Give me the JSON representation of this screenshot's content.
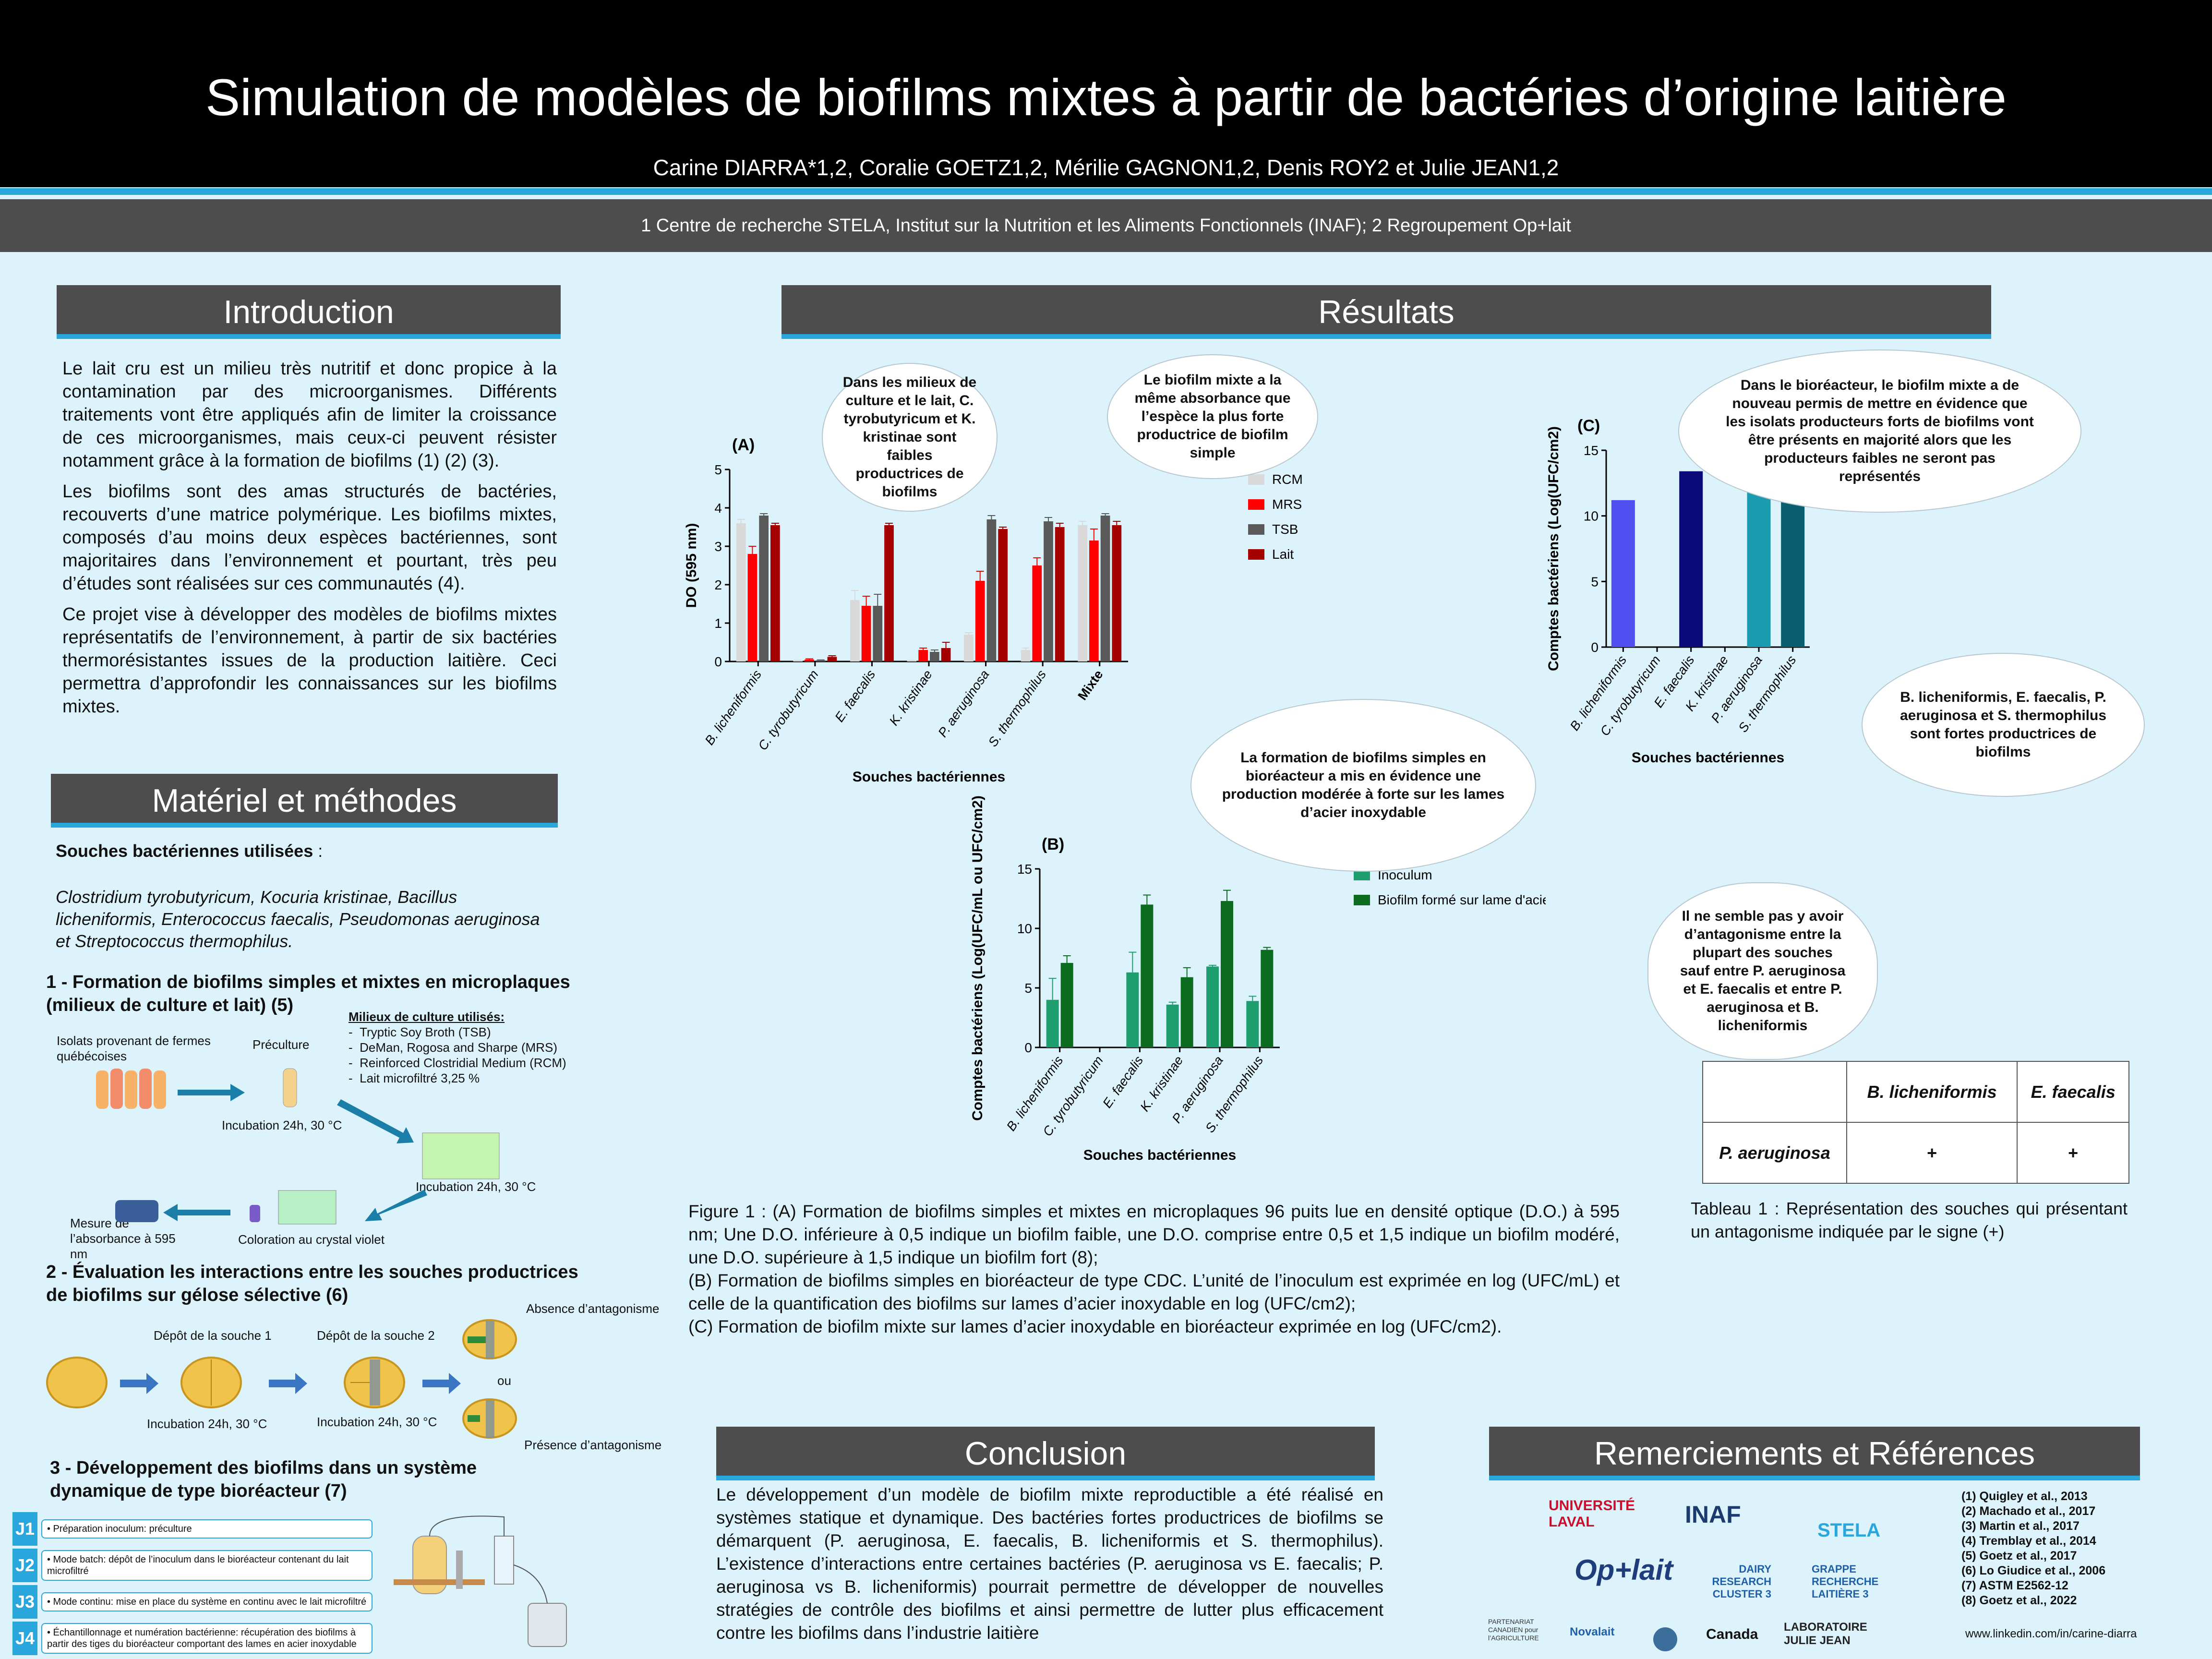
{
  "header": {
    "title": "Simulation de modèles de biofilms mixtes à partir de bactéries d’origine laitière",
    "authors": "Carine DIARRA*1,2, Coralie GOETZ1,2, Mérilie GAGNON1,2, Denis ROY2 et Julie JEAN1,2",
    "affiliations": "1 Centre de recherche STELA, Institut sur la Nutrition et les Aliments Fonctionnels (INAF); 2 Regroupement Op+lait"
  },
  "intro": {
    "heading": "Introduction",
    "p1": "Le lait cru est un milieu très nutritif et donc propice à la contamination par des microorganismes. Différents traitements vont être appliqués afin de limiter la croissance de ces microorganismes, mais ceux-ci peuvent résister notamment grâce à la formation de biofilms (1) (2) (3).",
    "p2": "Les biofilms sont des amas structurés de bactéries, recouverts d’une matrice polymérique. Les biofilms mixtes, composés d’au moins deux espèces bactériennes, sont majoritaires dans l’environnement et pourtant, très peu d’études sont réalisées sur ces communautés (4).",
    "p3": "Ce projet vise à développer des modèles de biofilms mixtes représentatifs de l’environnement, à partir de six bactéries thermorésistantes issues de la production laitière. Ceci permettra d’approfondir les connaissances sur les biofilms mixtes."
  },
  "methods": {
    "heading": "Matériel et méthodes",
    "strains_title": "Souches bactériennes utilisées",
    "strains_colon": " :",
    "strains": "Clostridium tyrobutyricum, Kocuria kristinae, Bacillus licheniformis, Enterococcus faecalis, Pseudomonas aeruginosa et Streptococcus thermophilus.",
    "s1_title": "1 - Formation de biofilms simples et mixtes en microplaques (milieux de culture et lait)  (5)",
    "media_title": "Milieux de culture utilisés:",
    "media": [
      "Tryptic Soy Broth (TSB)",
      "DeMan, Rogosa and Sharpe (MRS)",
      "Reinforced Clostridial Medium (RCM)",
      "Lait microfiltré 3,25 %"
    ],
    "s1_labels": {
      "isolates": "Isolats provenant de fermes québécoises",
      "preculture": "Préculture",
      "incub1": "Incubation 24h, 30 °C",
      "incub2": "Incubation 24h, 30 °C",
      "measure": "Mesure de l’absorbance à 595 nm",
      "stain": "Coloration au crystal violet"
    },
    "s2_title": "2 - Évaluation les interactions entre les souches productrices de biofilms sur gélose sélective (6)",
    "s2_labels": {
      "dep1": "Dépôt de la souche 1",
      "dep2": "Dépôt de la souche 2",
      "incub1": "Incubation 24h, 30 °C",
      "incub2": "Incubation 24h, 30 °C",
      "absence": "Absence d’antagonisme",
      "ou": "ou",
      "presence": "Présence d’antagonisme"
    },
    "s3_title": "3 - Développement des biofilms dans un système dynamique de type bioréacteur (7)",
    "s3_steps": [
      {
        "n": "J1",
        "t": "• Préparation inoculum:  préculture"
      },
      {
        "n": "J2",
        "t": "• Mode batch: dépôt de l’inoculum  dans le bioréacteur contenant du lait microfiltré"
      },
      {
        "n": "J3",
        "t": "• Mode continu:  mise en place du système en continu avec le lait microfiltré"
      },
      {
        "n": "J4",
        "t": "• Échantillonnage  et numération bactérienne: récupération des biofilms à partir des tiges du bioréacteur comportant des lames en acier inoxydable"
      }
    ]
  },
  "results": {
    "heading": "Résultats",
    "bubble1": "Dans les milieux de culture et le lait, C. tyrobutyricum et K. kristinae sont faibles productrices de biofilms",
    "bubble2": "Le biofilm mixte a la même absorbance que l’espèce la plus forte productrice de biofilm simple",
    "bubble3": "La formation de biofilms simples en bioréacteur a mis en évidence une production modérée à forte sur les lames d’acier inoxydable",
    "bubble4": "Dans le bioréacteur, le biofilm mixte a de nouveau permis de mettre en évidence que les isolats producteurs forts de biofilms vont être présents en majorité alors que les producteurs faibles ne seront pas représentés",
    "bubble5": "B. licheniformis, E. faecalis, P. aeruginosa et S. thermophilus sont fortes productrices de biofilms",
    "bubble6": "Il ne semble pas y avoir d’antagonisme entre la plupart des souches sauf entre P. aeruginosa et E. faecalis et entre P. aeruginosa et B. licheniformis",
    "table": {
      "col1": "B. licheniformis",
      "col2": "E. faecalis",
      "row": "P. aeruginosa",
      "v1": "+",
      "v2": "+"
    },
    "table_caption": "Tableau 1 : Représentation des souches qui présentant un antagonisme indiquée par le signe (+)",
    "figure_caption_1": "Figure 1 : (A) Formation de biofilms simples et mixtes en microplaques 96 puits lue en densité optique (D.O.) à 595 nm; Une D.O. inférieure à 0,5 indique un biofilm faible, une D.O. comprise entre 0,5 et 1,5 indique un biofilm modéré, une D.O. supérieure à 1,5 indique un biofilm fort (8);",
    "figure_caption_2": "(B) Formation de biofilms simples en bioréacteur de type CDC. L’unité de l’inoculum est exprimée en log (UFC/mL) et celle de la quantification des biofilms sur lames d’acier inoxydable en log (UFC/cm2);",
    "figure_caption_3": "(C) Formation de biofilm mixte sur lames d’acier inoxydable  en bioréacteur exprimée en log (UFC/cm2)."
  },
  "conclusion": {
    "heading": "Conclusion",
    "text": "Le développement d’un modèle de biofilm mixte reproductible a été réalisé en systèmes statique et dynamique. Des bactéries fortes productrices de biofilms se démarquent (P. aeruginosa, E. faecalis, B. licheniformis et S. thermophilus). L’existence d’interactions entre certaines bactéries (P. aeruginosa vs E. faecalis; P. aeruginosa vs B. licheniformis) pourrait permettre de développer de nouvelles stratégies de contrôle des biofilms et ainsi permettre de lutter plus efficacement contre les biofilms dans l’industrie laitière"
  },
  "refs": {
    "heading": "Remerciements et Références",
    "list": [
      "(1) Quigley et al., 2013",
      "(2) Machado et al., 2017",
      "(3) Martin et al., 2017",
      "(4) Tremblay et al., 2014",
      "(5) Goetz et al., 2017",
      "(6) Lo Giudice et al., 2006",
      "(7) ASTM E2562-12",
      "(8) Goetz et al., 2022"
    ],
    "linkedin": "www.linkedin.com/in/carine-diarra",
    "logos": {
      "laval": "UNIVERSITÉ LAVAL",
      "inaf": "INAF",
      "stela": "STELA",
      "oplait": "Op+lait",
      "dairy": "DAIRY RESEARCH CLUSTER 3",
      "grappe": "GRAPPE RECHERCHE LAITIÈRE 3",
      "aafc": "PARTENARIAT CANADIEN pour l’AGRICULTURE",
      "novalait": "Novalait",
      "canada": "Canada",
      "jj": "LABORATOIRE JULIE JEAN"
    }
  },
  "chart_data": [
    {
      "type": "bar",
      "title": "(A)",
      "xlabel": "Souches bactériennes",
      "ylabel": "DO (595 nm)",
      "ylim": [
        0,
        5
      ],
      "yticks": [
        "0",
        "1",
        "2",
        "3",
        "4",
        "5"
      ],
      "categories": [
        "B. licheniformis",
        "C. tyrobutyricum",
        "E. faecalis",
        "K. kristinae",
        "P. aeruginosa",
        "S. thermophilus",
        "Mixte"
      ],
      "series": [
        {
          "name": "RCM",
          "color": "#d9d9d9",
          "values": [
            3.6,
            0.02,
            1.6,
            0.02,
            0.7,
            0.3,
            3.55
          ],
          "err": [
            0.1,
            0.01,
            0.25,
            0.01,
            0.05,
            0.05,
            0.1
          ]
        },
        {
          "name": "MRS",
          "color": "#ff0000",
          "values": [
            2.8,
            0.05,
            1.45,
            0.3,
            2.1,
            2.5,
            3.15
          ],
          "err": [
            0.2,
            0.02,
            0.25,
            0.05,
            0.25,
            0.2,
            0.3
          ]
        },
        {
          "name": "TSB",
          "color": "#595959",
          "values": [
            3.8,
            0.03,
            1.45,
            0.25,
            3.7,
            3.65,
            3.8
          ],
          "err": [
            0.05,
            0.01,
            0.3,
            0.05,
            0.1,
            0.1,
            0.05
          ]
        },
        {
          "name": "Lait",
          "color": "#a50000",
          "values": [
            3.55,
            0.12,
            3.55,
            0.35,
            3.45,
            3.5,
            3.55
          ],
          "err": [
            0.05,
            0.03,
            0.05,
            0.15,
            0.05,
            0.1,
            0.1
          ]
        }
      ]
    },
    {
      "type": "bar",
      "title": "(B)",
      "xlabel": "Souches bactériennes",
      "ylabel": "Comptes bactériens (Log(UFC/mL ou UFC/cm2)",
      "ylim": [
        0,
        15
      ],
      "yticks": [
        "0",
        "5",
        "10",
        "15"
      ],
      "categories": [
        "B. licheniformis",
        "C. tyrobutyricum",
        "E. faecalis",
        "K. kristinae",
        "P. aeruginosa",
        "S. thermophilus"
      ],
      "series": [
        {
          "name": "Inoculum",
          "color": "#1e9e6e",
          "values": [
            4.0,
            0,
            6.3,
            3.6,
            6.8,
            3.9
          ],
          "err": [
            1.8,
            0,
            1.7,
            0.2,
            0.1,
            0.4
          ]
        },
        {
          "name": "Biofilm formé sur lame d'acier inoxydable",
          "color": "#0b6b1e",
          "values": [
            7.1,
            0,
            12.0,
            5.9,
            12.3,
            8.2
          ],
          "err": [
            0.6,
            0,
            0.8,
            0.8,
            0.9,
            0.2
          ]
        }
      ]
    },
    {
      "type": "bar",
      "title": "(C)",
      "xlabel": "Souches bactériennes",
      "ylabel": "Comptes bactériens (Log(UFC/cm2)",
      "ylim": [
        0,
        15
      ],
      "yticks": [
        "0",
        "5",
        "10",
        "15"
      ],
      "categories": [
        "B. licheniformis",
        "C. tyrobutyricum",
        "E. faecalis",
        "K. kristinae",
        "P. aeruginosa",
        "S. thermophilus"
      ],
      "values": [
        11.2,
        0,
        13.4,
        0,
        12.9,
        12.5
      ],
      "colors": [
        "#5050f0",
        "#5050f0",
        "#0a0a7a",
        "#0a0a7a",
        "#1a9bb0",
        "#0a5f6e"
      ]
    }
  ]
}
